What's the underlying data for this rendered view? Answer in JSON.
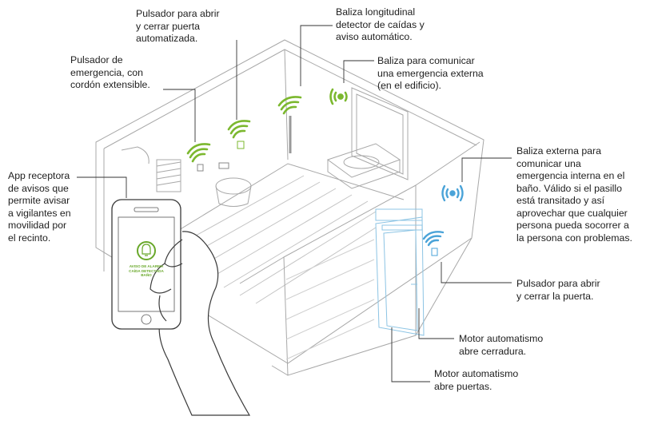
{
  "labels": {
    "pulsador_puerta_auto": "Pulsador para abrir\ny cerrar puerta\nautomatizada.",
    "baliza_longitudinal": "Baliza longitudinal\ndetector de caídas y\naviso automático.",
    "pulsador_emergencia": "Pulsador de\nemergencia, con\ncordón extensible.",
    "baliza_comunicar_externa": "Baliza para comunicar\nuna emergencia externa\n(en el edificio).",
    "app_receptora": "App receptora\nde avisos que\npermite avisar\na vigilantes en\nmovilidad por\nel recinto.",
    "baliza_externa": "Baliza externa para\ncomunicar una\nemergencia interna en el\nbaño. Válido si el pasillo\nestá transitado y así\naprovechar que cualquier\npersona pueda socorrer a\nla persona con problemas.",
    "pulsador_puerta": "Pulsador para abrir\ny cerrar la puerta.",
    "motor_cerradura": "Motor automatismo\nabre cerradura.",
    "motor_puertas": "Motor automatismo\nabre puertas."
  },
  "phone": {
    "alarm_text": "AVISO DE ALARMA\nCAÍDA DETECTADA\nBAÑO"
  },
  "colors": {
    "green_signal": "#7cb82f",
    "blue_signal": "#4aa3d8",
    "line_gray": "#9a9a9a",
    "leader": "#333333"
  }
}
